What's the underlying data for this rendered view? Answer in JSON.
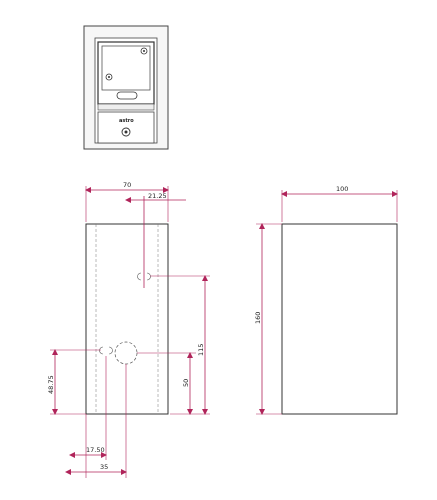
{
  "drawing": {
    "brand_label": "astro",
    "dimensions": {
      "front_width": "70",
      "hole_offset_top": "21.25",
      "side_width": "100",
      "height": "160",
      "hole_height": "115",
      "spigot_height": "50",
      "lower_hole_height": "48.75",
      "lower_hole_offset": "17.50",
      "spigot_offset": "35"
    }
  }
}
